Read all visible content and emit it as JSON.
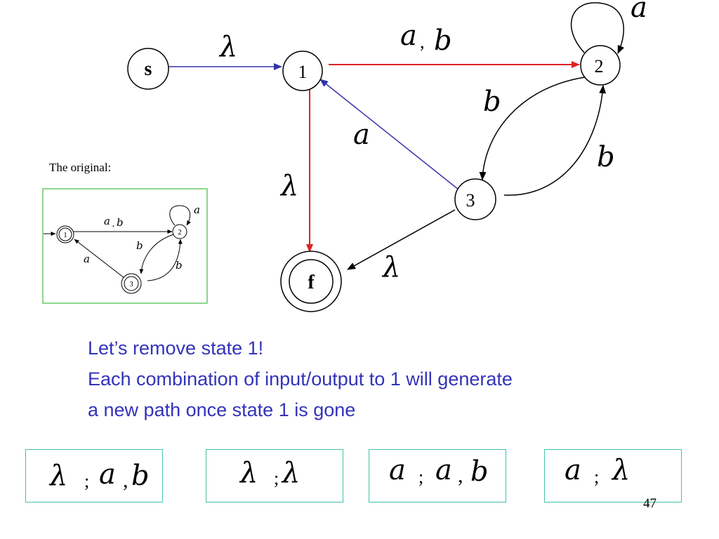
{
  "diagram": {
    "states": {
      "s": "s",
      "one": "1",
      "two": "2",
      "three": "3",
      "f": "f"
    },
    "edge_labels": {
      "s_to_1": "λ",
      "one_to_2_a": "a",
      "one_to_2_comma": ",",
      "one_to_2_b": "b",
      "self_loop_2": "a",
      "two_to_3": "b",
      "three_to_2": "b",
      "three_to_1": "a",
      "one_to_f": "λ",
      "three_to_f": "λ"
    },
    "colors": {
      "blue_edge": "#3333aa",
      "red_edge": "#dd2222",
      "black_edge": "#000000",
      "original_frame": "#44bb44"
    }
  },
  "original": {
    "caption": "The original:",
    "states": {
      "one": "1",
      "two": "2",
      "three": "3"
    },
    "labels": {
      "one_to_2_a": "a",
      "one_to_2_comma": ",",
      "one_to_2_b": "b",
      "self_loop_2": "a",
      "two_to_3": "b",
      "three_to_2": "b",
      "three_to_1": "a"
    }
  },
  "text": {
    "line1": "Let’s remove state 1!",
    "line2": "Each combination of input/output to 1 will generate",
    "line3": "a new path once state 1 is gone"
  },
  "boxes": [
    {
      "in": "λ",
      "sep": ";",
      "out1": "a",
      "comma": ",",
      "out2": "b"
    },
    {
      "in": "λ",
      "sep": ";",
      "out1": "λ"
    },
    {
      "in": "a",
      "sep": ";",
      "out1": "a",
      "comma": ",",
      "out2": "b"
    },
    {
      "in": "a",
      "sep": ";",
      "out1": "λ"
    }
  ],
  "page_number": "47"
}
